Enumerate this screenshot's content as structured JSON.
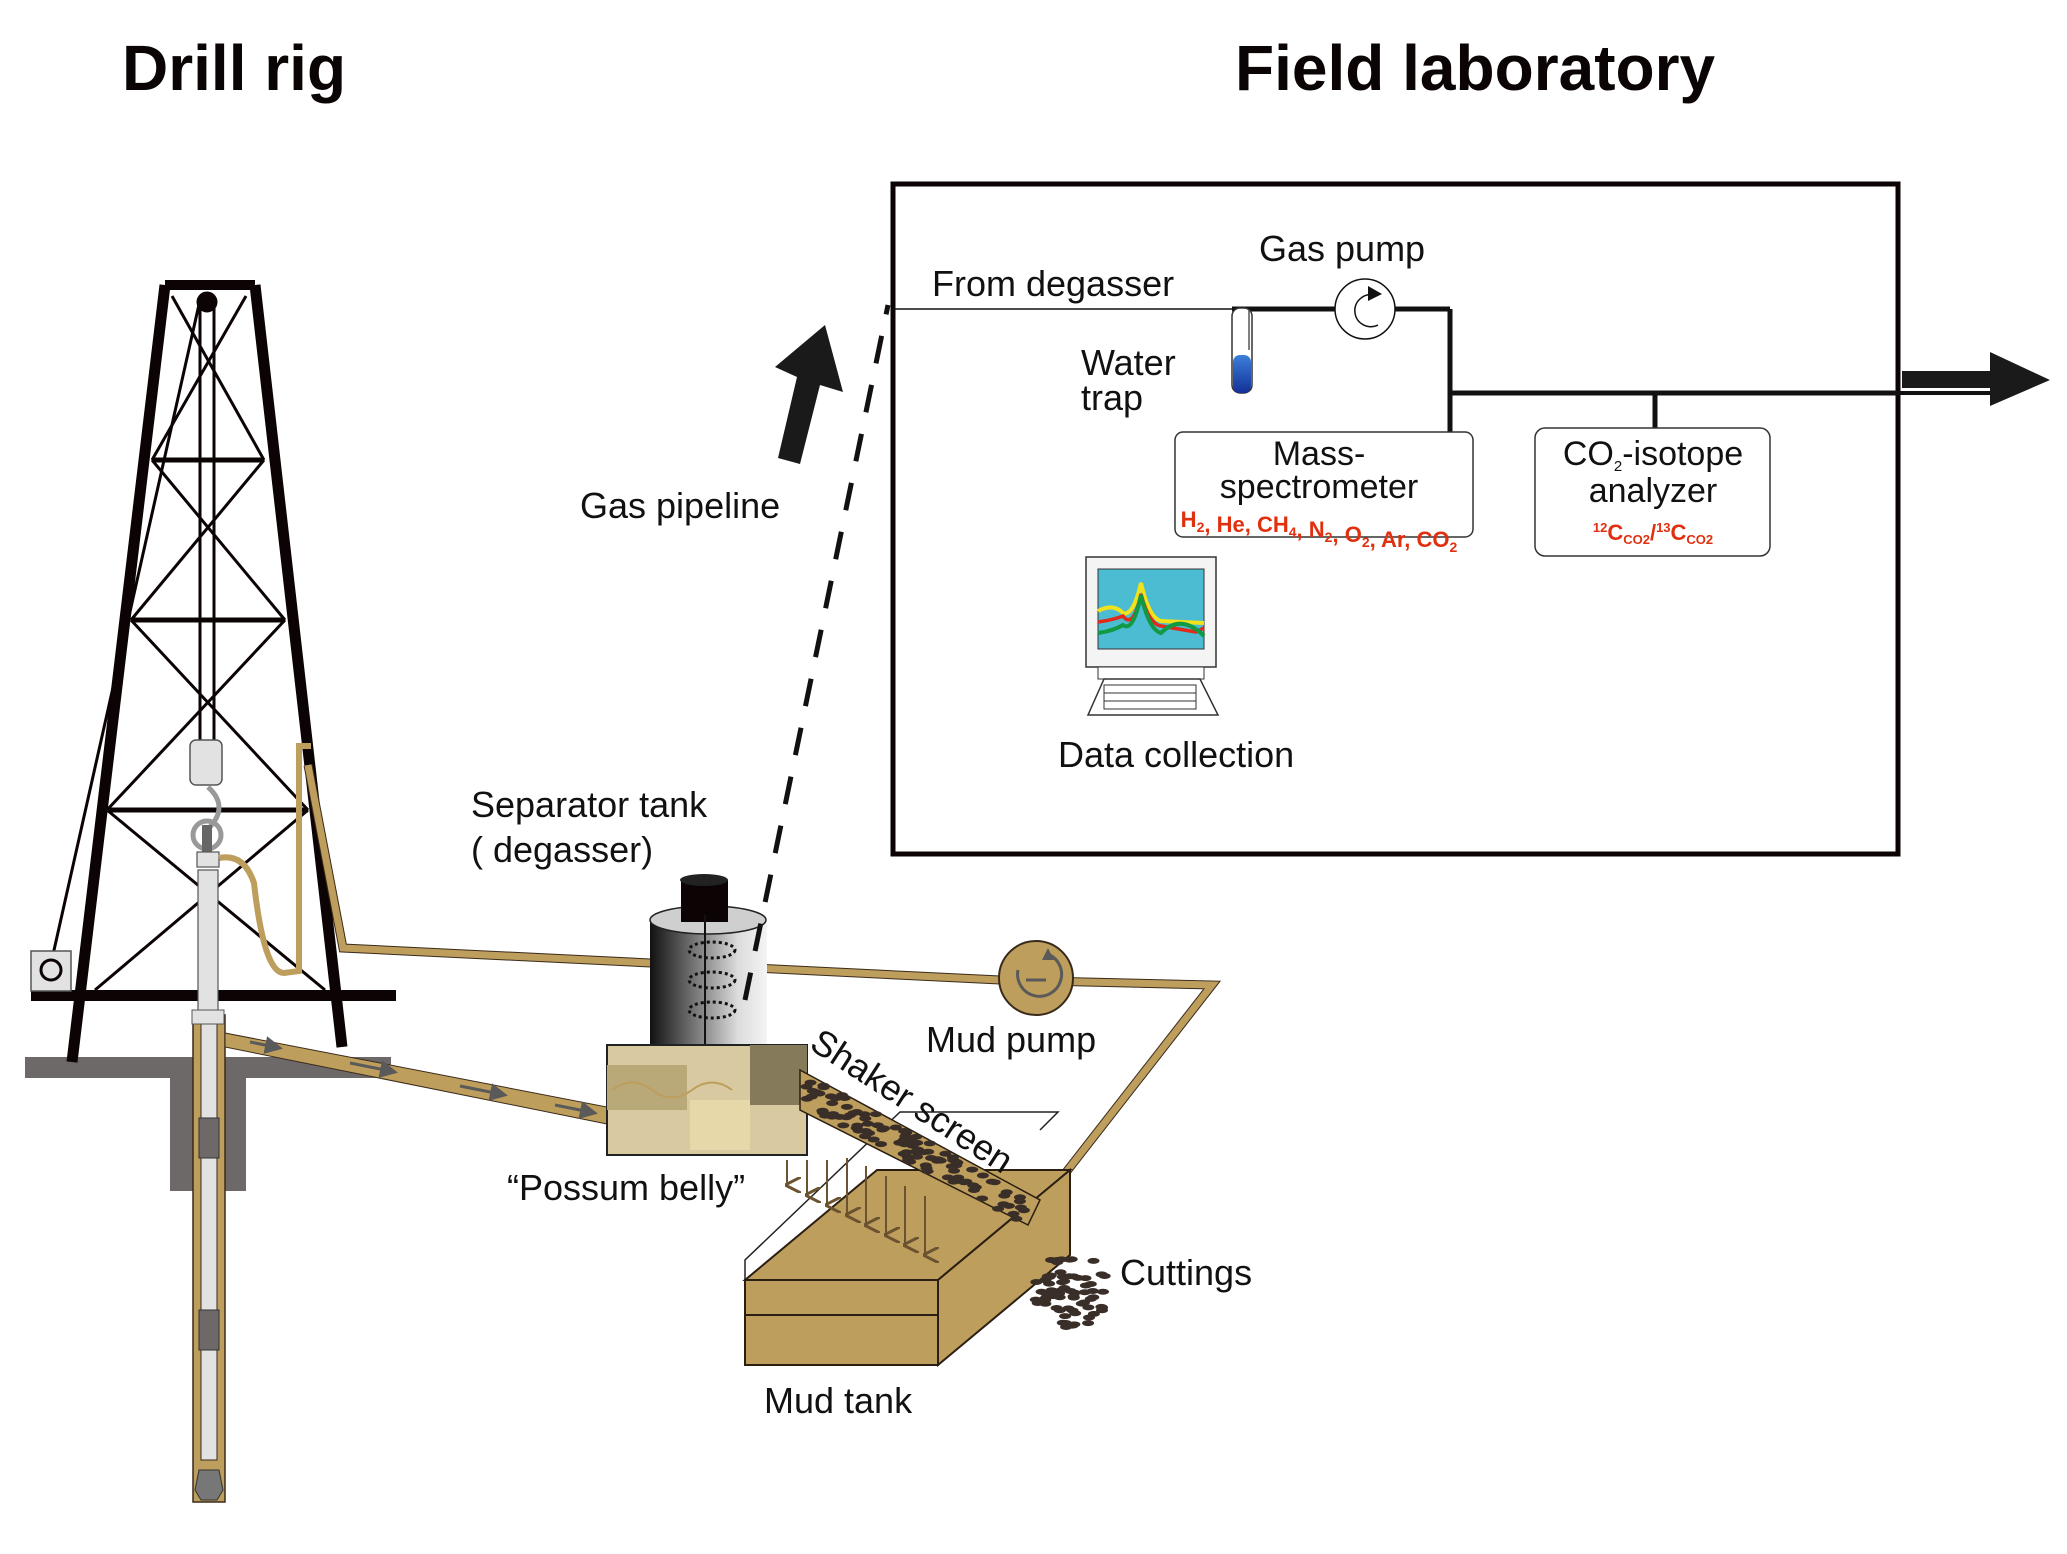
{
  "headings": {
    "drill_rig": "Drill rig",
    "field_lab": "Field laboratory"
  },
  "labels": {
    "gas_pipeline": "Gas pipeline",
    "separator_tank_line1": "Separator tank",
    "separator_tank_line2": "( degasser)",
    "mud_pump": "Mud pump",
    "shaker_screen": "Shaker screen",
    "possum_belly": "“Possum belly”",
    "mud_tank": "Mud tank",
    "cuttings": "Cuttings"
  },
  "lab": {
    "from_degasser": "From degasser",
    "gas_pump": "Gas pump",
    "water_trap_line1": "Water",
    "water_trap_line2": "trap",
    "mass_spec_line1": "Mass-",
    "mass_spec_line2": "spectrometer",
    "mass_spec_gases": [
      {
        "base": "H",
        "sub": "2"
      },
      {
        "base": "He",
        "sub": ""
      },
      {
        "base": "CH",
        "sub": "4"
      },
      {
        "base": "N",
        "sub": "2"
      },
      {
        "base": "O",
        "sub": "2"
      },
      {
        "base": "Ar",
        "sub": ""
      },
      {
        "base": "CO",
        "sub": "2"
      }
    ],
    "co2_analyzer_line1_base": "CO",
    "co2_analyzer_line1_sub": "2",
    "co2_analyzer_line1_rest": "-isotope",
    "co2_analyzer_line2": "analyzer",
    "isotope_ratio": {
      "sup1": "12",
      "base1": "C",
      "sub1": "CO2",
      "sep": "/",
      "sup2": "13",
      "base2": "C",
      "sub2": "CO2"
    },
    "data_collection": "Data collection"
  },
  "colors": {
    "mud": "#bd9e5c",
    "mud_dark": "#8a6d3a",
    "ground": "#6d6969",
    "steel": "#0c0404",
    "pipe_light": "#e2e2e2",
    "accent_red": "#e03010",
    "screen_bg": "#4bbcd2",
    "water_blue": "#1a4fb5"
  },
  "icons": [
    "pump-rotation-icon",
    "computer-monitor-icon",
    "water-trap-tube-icon",
    "flow-arrow-icon"
  ]
}
